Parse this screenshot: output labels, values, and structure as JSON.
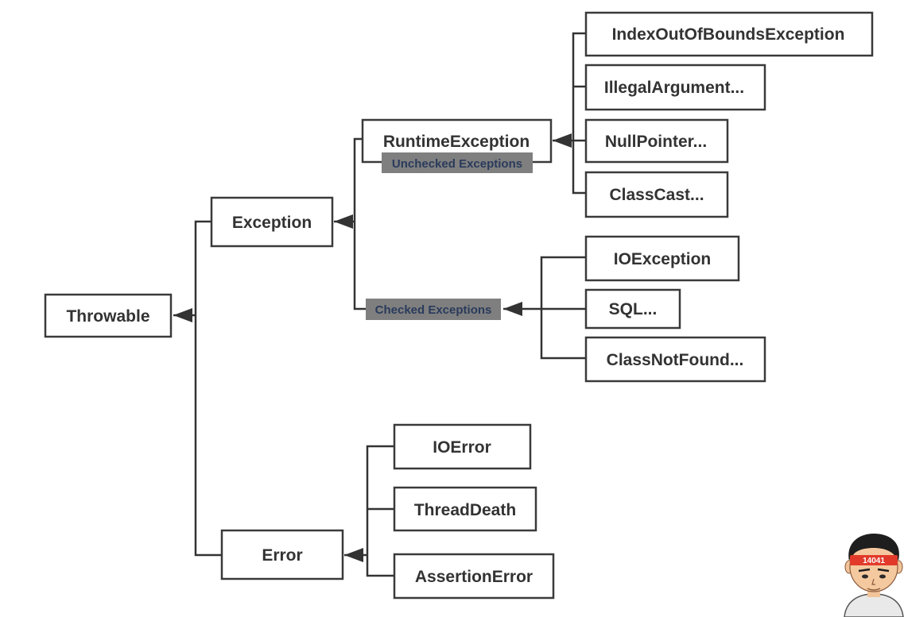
{
  "nodes": {
    "throwable": "Throwable",
    "exception": "Exception",
    "error": "Error",
    "runtime_exception": "RuntimeException",
    "index_out_of_bounds": "IndexOutOfBoundsException",
    "illegal_argument": "IllegalArgument...",
    "null_pointer": "NullPointer...",
    "class_cast": "ClassCast...",
    "io_exception": "IOException",
    "sql": "SQL...",
    "class_not_found": "ClassNotFound...",
    "io_error": "IOError",
    "thread_death": "ThreadDeath",
    "assertion_error": "AssertionError"
  },
  "tags": {
    "unchecked": "Unchecked Exceptions",
    "checked": "Checked Exceptions"
  },
  "avatar": {
    "badge": "14041"
  },
  "colors": {
    "box_stroke": "#3a3a3a",
    "line": "#333333",
    "tag_bg": "#7f7f7f",
    "tag_text": "#2a3b5c",
    "badge_red": "#e23a2a"
  }
}
